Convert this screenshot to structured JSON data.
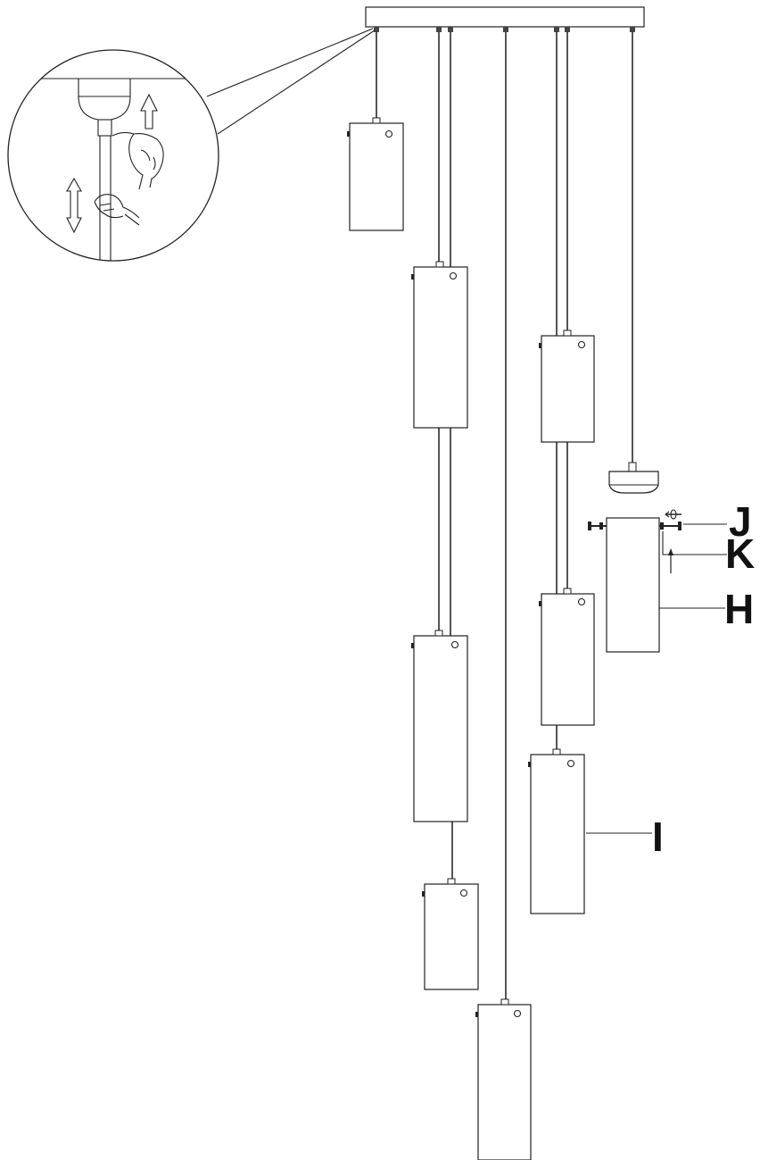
{
  "diagram": {
    "labels": {
      "J": "J",
      "K": "K",
      "H": "H",
      "I": "I"
    },
    "colors": {
      "line": "#222222",
      "cord": "#555555",
      "background": "#ffffff"
    }
  }
}
